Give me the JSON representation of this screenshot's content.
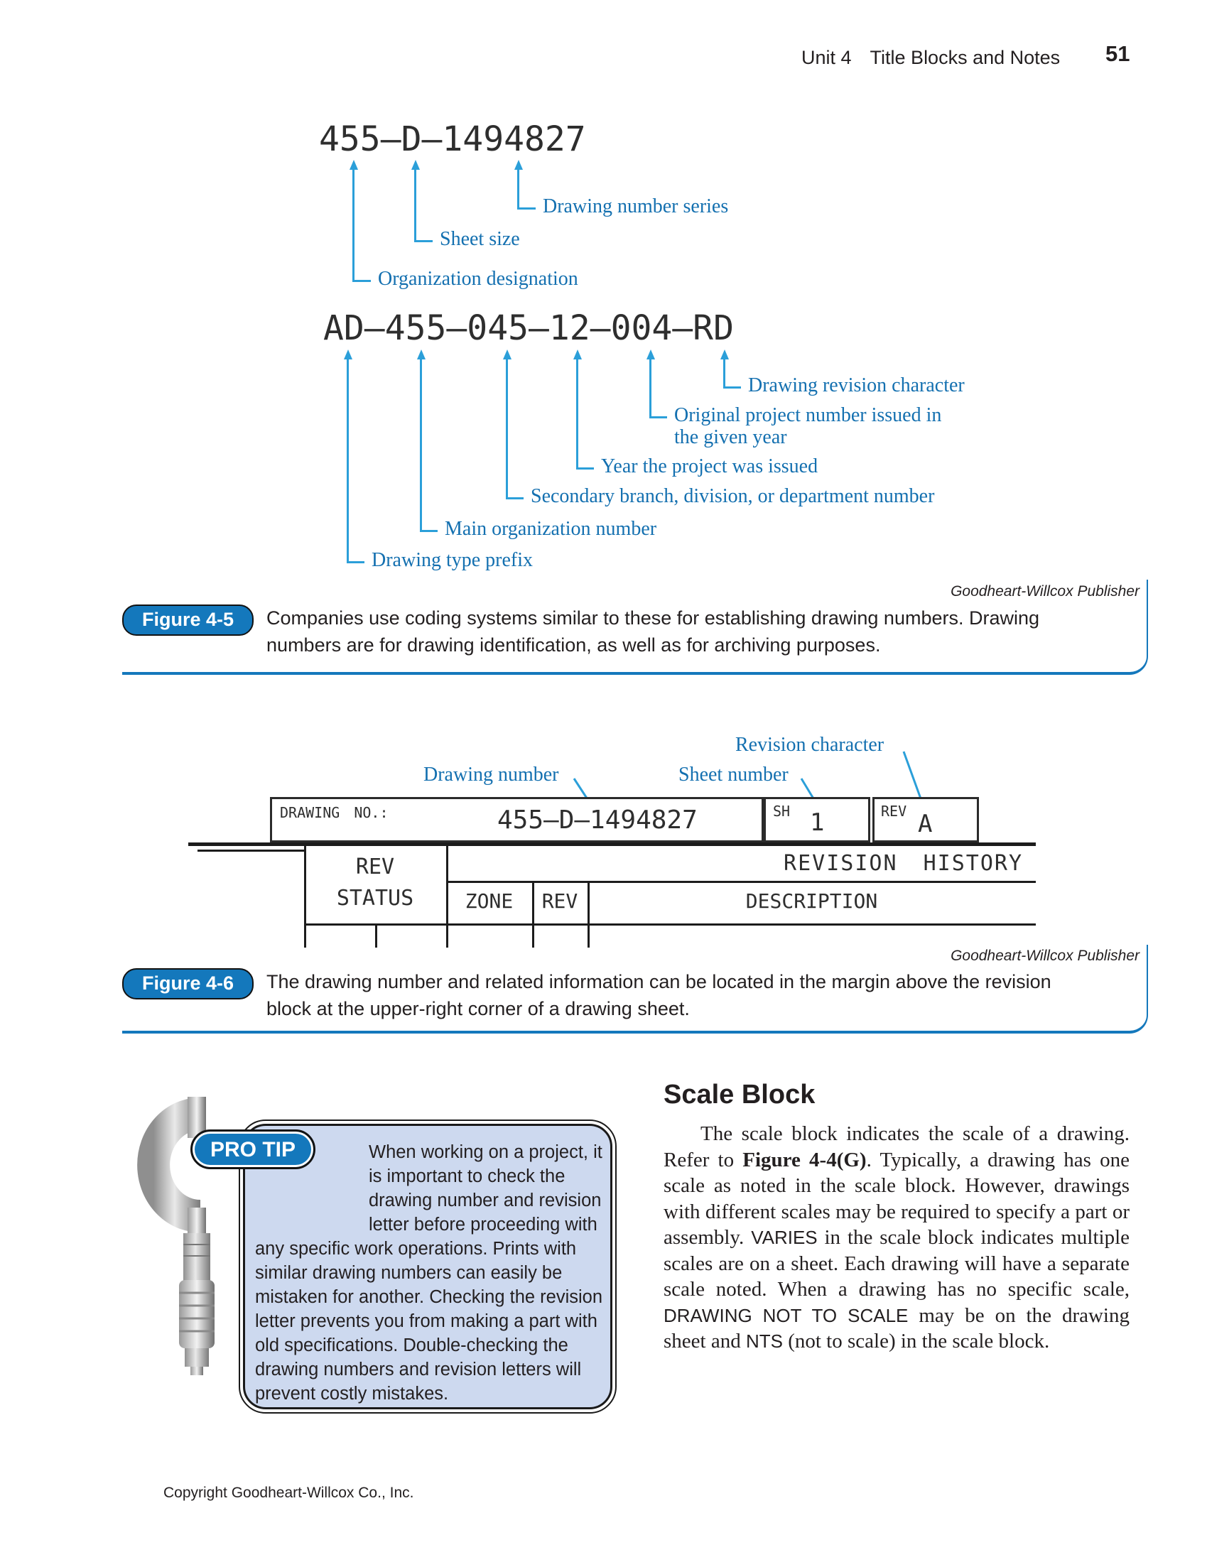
{
  "header": {
    "unit": "Unit 4",
    "title": "Title Blocks and Notes",
    "page_number": "51"
  },
  "figure45": {
    "diagram1": {
      "number": "455–D–1494827",
      "labels": [
        "Drawing number series",
        "Sheet size",
        "Organization designation"
      ]
    },
    "diagram2": {
      "number": "AD–455–045–12–004–RD",
      "labels": [
        "Drawing revision character",
        "Original project number issued in the given year",
        "Year the project was issued",
        "Secondary branch, division, or department number",
        "Main organization number",
        "Drawing type prefix"
      ]
    },
    "credit": "Goodheart-Willcox Publisher",
    "badge": "Figure 4-5",
    "caption": "Companies use coding systems similar to these for establishing drawing numbers. Drawing numbers are for drawing identification, as well as for archiving purposes."
  },
  "figure46": {
    "callouts": {
      "drawing_number": "Drawing number",
      "sheet_number": "Sheet number",
      "revision_character": "Revision character"
    },
    "title_block": {
      "drawing_no_label": "DRAWING NO.:",
      "drawing_no_value": "455–D–1494827",
      "sh_label": "SH",
      "sh_value": "1",
      "rev_label": "REV",
      "rev_value": "A",
      "rev_status_line1": "REV",
      "rev_status_line2": "STATUS",
      "revision_history": "REVISION HISTORY",
      "zone": "ZONE",
      "rev": "REV",
      "description": "DESCRIPTION"
    },
    "credit": "Goodheart-Willcox Publisher",
    "badge": "Figure 4-6",
    "caption": "The drawing number and related information can be located in the margin above the revision block at the upper-right corner of a drawing sheet."
  },
  "protip": {
    "badge": "PRO TIP",
    "text": "When working on a project, it is important to check the drawing number and revision letter before proceeding with any specific work operations. Prints with similar drawing numbers can easily be mistaken for another. Checking the revision letter prevents you from making a part with old specifications. Double-checking the drawing numbers and revision letters will prevent costly mistakes."
  },
  "scale_block": {
    "heading": "Scale Block",
    "p1": "The scale block indicates the scale of a drawing. Refer to ",
    "fig_ref": "Figure 4-4(G)",
    "p2": ". Typically, a drawing has one scale as noted in the scale block. However, drawings with different scales may be required to specify a part or assembly. ",
    "varies": "VARIES",
    "p3": " in the scale block indicates multiple scales are on a sheet. Each drawing will have a separate scale noted. When a drawing has no specific scale, ",
    "dnts": "DRAWING NOT TO SCALE",
    "p4": " may be on the drawing sheet and ",
    "nts": "NTS",
    "p5": " (not to scale) in the scale block."
  },
  "footer": {
    "copyright": "Copyright Goodheart-Willcox Co., Inc."
  },
  "colors": {
    "label_blue": "#1470b0",
    "arrow_blue": "#2b9fd9",
    "badge_blue": "#1478bc",
    "protip_bg": "#cdd9ef"
  }
}
